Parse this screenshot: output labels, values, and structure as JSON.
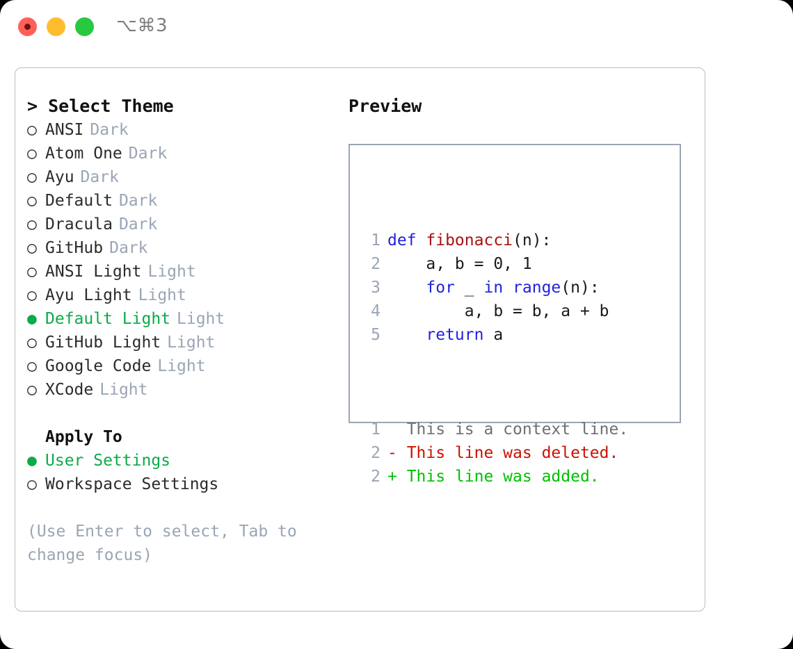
{
  "titlebar": {
    "shortcut": "⌥⌘3",
    "lights": [
      {
        "name": "close",
        "color": "#ff6159"
      },
      {
        "name": "minimize",
        "color": "#ffbd2e"
      },
      {
        "name": "zoom",
        "color": "#28c840"
      }
    ]
  },
  "theme_picker": {
    "heading": "> Select Theme",
    "selected_bullet": "●",
    "unselected_bullet": "○",
    "accent_color": "#0caa49",
    "mode_color": "#9aa5b4",
    "items": [
      {
        "label": "ANSI",
        "mode": "Dark",
        "selected": false
      },
      {
        "label": "Atom One",
        "mode": "Dark",
        "selected": false
      },
      {
        "label": "Ayu",
        "mode": "Dark",
        "selected": false
      },
      {
        "label": "Default",
        "mode": "Dark",
        "selected": false
      },
      {
        "label": "Dracula",
        "mode": "Dark",
        "selected": false
      },
      {
        "label": "GitHub",
        "mode": "Dark",
        "selected": false
      },
      {
        "label": "ANSI Light",
        "mode": "Light",
        "selected": false
      },
      {
        "label": "Ayu Light",
        "mode": "Light",
        "selected": false
      },
      {
        "label": "Default Light",
        "mode": "Light",
        "selected": true
      },
      {
        "label": "GitHub Light",
        "mode": "Light",
        "selected": false
      },
      {
        "label": "Google Code",
        "mode": "Light",
        "selected": false
      },
      {
        "label": "XCode",
        "mode": "Light",
        "selected": false
      }
    ]
  },
  "apply_to": {
    "heading": "Apply To",
    "items": [
      {
        "label": "User Settings",
        "selected": true
      },
      {
        "label": "Workspace Settings",
        "selected": false
      }
    ]
  },
  "hint": "(Use Enter to select, Tab to change focus)",
  "preview": {
    "title": "Preview",
    "code_lines": [
      {
        "no": "1",
        "tokens": [
          {
            "t": "def ",
            "c": "kw"
          },
          {
            "t": "fibonacci",
            "c": "fn"
          },
          {
            "t": "(n):",
            "c": "pl"
          }
        ]
      },
      {
        "no": "2",
        "tokens": [
          {
            "t": "    a, b = 0, 1",
            "c": "pl"
          }
        ]
      },
      {
        "no": "3",
        "tokens": [
          {
            "t": "    ",
            "c": "pl"
          },
          {
            "t": "for",
            "c": "kw"
          },
          {
            "t": " _ ",
            "c": "pl"
          },
          {
            "t": "in",
            "c": "kw"
          },
          {
            "t": " ",
            "c": "pl"
          },
          {
            "t": "range",
            "c": "kw"
          },
          {
            "t": "(n):",
            "c": "pl"
          }
        ]
      },
      {
        "no": "4",
        "tokens": [
          {
            "t": "        a, b = b, a + b",
            "c": "pl"
          }
        ]
      },
      {
        "no": "5",
        "tokens": [
          {
            "t": "    ",
            "c": "pl"
          },
          {
            "t": "return",
            "c": "kw"
          },
          {
            "t": " a",
            "c": "pl"
          }
        ]
      }
    ],
    "diff_lines": [
      {
        "no": "1",
        "marker": "  ",
        "text": "This is a context line.",
        "kind": "ctx"
      },
      {
        "no": "2",
        "marker": "- ",
        "text": "This line was deleted.",
        "kind": "del"
      },
      {
        "no": "2",
        "marker": "+ ",
        "text": "This line was added.",
        "kind": "add"
      }
    ],
    "colors": {
      "keyword": "#2222dd",
      "function": "#aa1111",
      "plain": "#1a1a1a",
      "line_number": "#9aa5b4",
      "context": "#6f6f6f",
      "deleted": "#cc1100",
      "added": "#00c000"
    }
  }
}
